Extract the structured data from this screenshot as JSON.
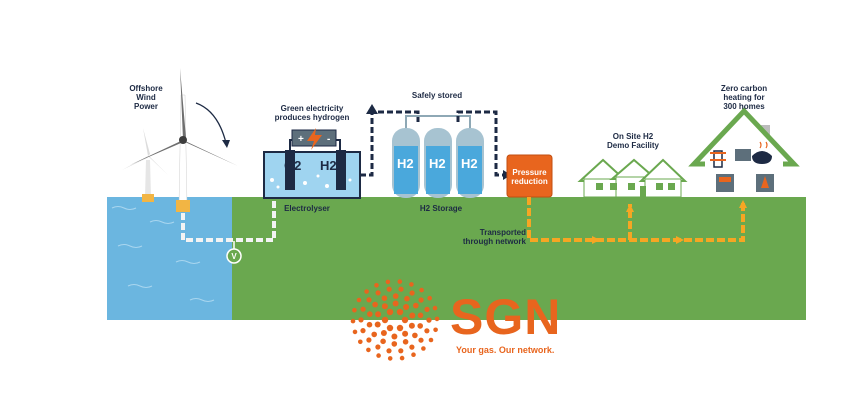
{
  "labels": {
    "offshore_wind": "Offshore\nWind\nPower",
    "green_electricity": "Green electricity\nproduces hydrogen",
    "safely_stored": "Safely stored",
    "electrolyser": "Electrolyser",
    "h2_storage": "H2 Storage",
    "pressure_reduction": "Pressure\nreduction",
    "transported": "Transported\nthrough network",
    "demo_facility": "On Site H2\nDemo Facility",
    "zero_carbon": "Zero carbon\nheating for\n300 homes"
  },
  "symbols": {
    "o2": "O2",
    "h2": "H2",
    "tank_label": "H2",
    "valve": "V",
    "plus": "+",
    "minus": "-"
  },
  "brand": {
    "name": "SGN",
    "slogan": "Your gas. Our network."
  },
  "colors": {
    "sea": "#6bb6e0",
    "land": "#6aa84f",
    "pipe": "#f6a623",
    "accent": "#e8651e",
    "navy": "#1d2a44",
    "tank": "#a7c3d1",
    "water": "#9fd4f0"
  },
  "icons": [
    "wind-turbine-icon",
    "electrolyser-tank-icon",
    "battery-icon",
    "storage-tank-icon",
    "pressure-box-icon",
    "house-icon",
    "valve-icon",
    "sgn-logo-icon"
  ]
}
